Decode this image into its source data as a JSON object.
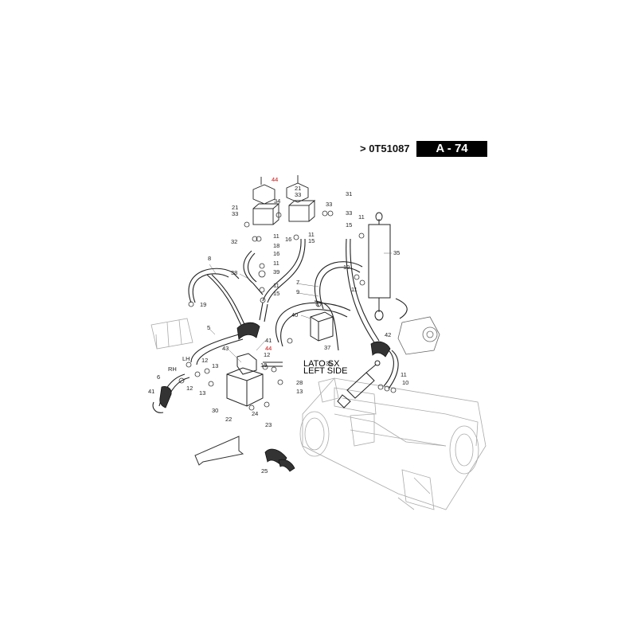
{
  "header": {
    "serial": "> 0T51087",
    "code": "A - 74"
  },
  "side_labels": {
    "it": "LATO SX",
    "en": "LEFT SIDE",
    "lh": "LH",
    "rh": "RH"
  },
  "callouts": [
    {
      "id": "c44a",
      "text": "44",
      "color": "red"
    },
    {
      "id": "c21a",
      "text": "21"
    },
    {
      "id": "c33a",
      "text": "33"
    },
    {
      "id": "c21b",
      "text": "21"
    },
    {
      "id": "c33b",
      "text": "33"
    },
    {
      "id": "c33c",
      "text": "33"
    },
    {
      "id": "c34",
      "text": "34"
    },
    {
      "id": "c31",
      "text": "31"
    },
    {
      "id": "c33d",
      "text": "33"
    },
    {
      "id": "c32",
      "text": "32"
    },
    {
      "id": "c16a",
      "text": "16"
    },
    {
      "id": "c11a",
      "text": "11"
    },
    {
      "id": "c15a",
      "text": "15"
    },
    {
      "id": "c11b",
      "text": "11"
    },
    {
      "id": "c18",
      "text": "18"
    },
    {
      "id": "c16b",
      "text": "16"
    },
    {
      "id": "c11c",
      "text": "11"
    },
    {
      "id": "c39",
      "text": "39"
    },
    {
      "id": "c11d",
      "text": "11"
    },
    {
      "id": "c15b",
      "text": "15"
    },
    {
      "id": "c15c",
      "text": "15"
    },
    {
      "id": "c11e",
      "text": "11"
    },
    {
      "id": "c8",
      "text": "8"
    },
    {
      "id": "c38",
      "text": "38"
    },
    {
      "id": "c35",
      "text": "35"
    },
    {
      "id": "c10a",
      "text": "10"
    },
    {
      "id": "c7",
      "text": "7"
    },
    {
      "id": "c9",
      "text": "9"
    },
    {
      "id": "c11f",
      "text": "11"
    },
    {
      "id": "c19",
      "text": "19"
    },
    {
      "id": "c5",
      "text": "5"
    },
    {
      "id": "c40",
      "text": "40"
    },
    {
      "id": "c42",
      "text": "42"
    },
    {
      "id": "c37",
      "text": "37"
    },
    {
      "id": "c41a",
      "text": "41"
    },
    {
      "id": "c44b",
      "text": "44",
      "color": "red"
    },
    {
      "id": "c43",
      "text": "43"
    },
    {
      "id": "c12a",
      "text": "12"
    },
    {
      "id": "c12b",
      "text": "12"
    },
    {
      "id": "c13a",
      "text": "13"
    },
    {
      "id": "c13b",
      "text": "13"
    },
    {
      "id": "c36",
      "text": "36"
    },
    {
      "id": "c11g",
      "text": "11"
    },
    {
      "id": "c10b",
      "text": "10"
    },
    {
      "id": "c6",
      "text": "6"
    },
    {
      "id": "c12c",
      "text": "12"
    },
    {
      "id": "c13c",
      "text": "13"
    },
    {
      "id": "c28",
      "text": "28"
    },
    {
      "id": "c13d",
      "text": "13"
    },
    {
      "id": "c41b",
      "text": "41"
    },
    {
      "id": "c30",
      "text": "30"
    },
    {
      "id": "c22",
      "text": "22"
    },
    {
      "id": "c24",
      "text": "24"
    },
    {
      "id": "c23",
      "text": "23"
    },
    {
      "id": "c25",
      "text": "25"
    }
  ]
}
